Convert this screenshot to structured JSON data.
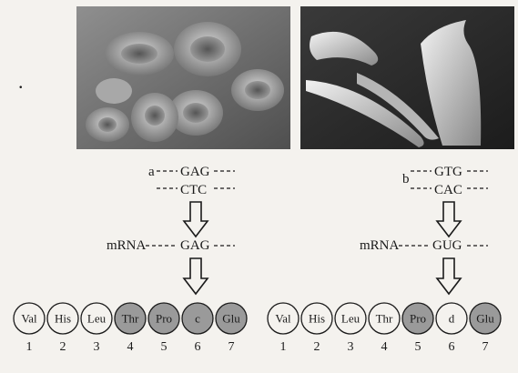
{
  "dot": ".",
  "left": {
    "dna_label": "a",
    "dna_top": "GAG",
    "dna_bottom": "CTC",
    "mrna_prefix": "mRNA",
    "mrna_codon": "GAG",
    "amino_acids": [
      {
        "label": "Val",
        "dark": false
      },
      {
        "label": "His",
        "dark": false
      },
      {
        "label": "Leu",
        "dark": false
      },
      {
        "label": "Thr",
        "dark": true
      },
      {
        "label": "Pro",
        "dark": true
      },
      {
        "label": "c",
        "dark": true
      },
      {
        "label": "Glu",
        "dark": true
      }
    ]
  },
  "right": {
    "dna_label": "b",
    "dna_top": "GTG",
    "dna_bottom": "CAC",
    "mrna_prefix": "mRNA",
    "mrna_codon": "GUG",
    "amino_acids": [
      {
        "label": "Val",
        "dark": false
      },
      {
        "label": "His",
        "dark": false
      },
      {
        "label": "Leu",
        "dark": false
      },
      {
        "label": "Thr",
        "dark": false
      },
      {
        "label": "Pro",
        "dark": true
      },
      {
        "label": "d",
        "dark": false
      },
      {
        "label": "Glu",
        "dark": true
      }
    ]
  },
  "positions": [
    "1",
    "2",
    "3",
    "4",
    "5",
    "6",
    "7"
  ],
  "colors": {
    "bead_light": "#f4f2ee",
    "bead_dark": "#9a9a9a",
    "stroke": "#1a1a1a"
  }
}
